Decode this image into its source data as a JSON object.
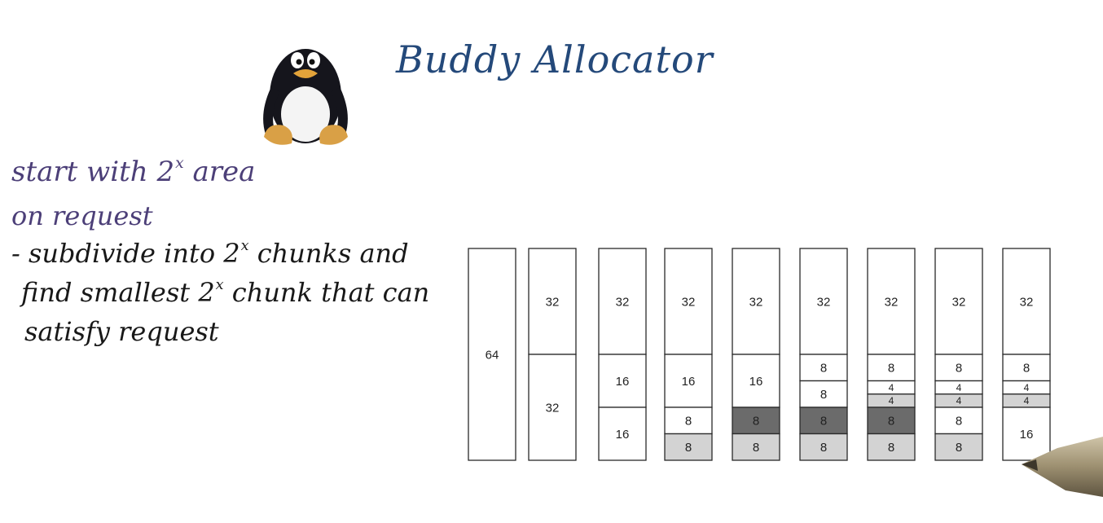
{
  "title": "Buddy Allocator",
  "notes": {
    "line1_prefix": "start with 2",
    "line1_sup": "x",
    "line1_suffix": " area",
    "line2": "on request",
    "line3_prefix": "- subdivide into 2",
    "line3_sup": "x",
    "line3_suffix": " chunks and",
    "line4_prefix": "find smallest 2",
    "line4_sup": "x",
    "line4_suffix": " chunk that can",
    "line5": "satisfy request"
  },
  "colors": {
    "free": "#ffffff",
    "light": "#d3d3d3",
    "dark": "#6b6b6b"
  },
  "columns": [
    {
      "blocks": [
        {
          "size": 64,
          "label": "64",
          "fill": "free"
        }
      ]
    },
    {
      "blocks": [
        {
          "size": 32,
          "label": "32",
          "fill": "free"
        },
        {
          "size": 32,
          "label": "32",
          "fill": "free"
        }
      ]
    },
    {
      "blocks": [
        {
          "size": 32,
          "label": "32",
          "fill": "free"
        },
        {
          "size": 16,
          "label": "16",
          "fill": "free"
        },
        {
          "size": 16,
          "label": "16",
          "fill": "free"
        }
      ]
    },
    {
      "blocks": [
        {
          "size": 32,
          "label": "32",
          "fill": "free"
        },
        {
          "size": 16,
          "label": "16",
          "fill": "free"
        },
        {
          "size": 8,
          "label": "8",
          "fill": "free"
        },
        {
          "size": 8,
          "label": "8",
          "fill": "light"
        }
      ]
    },
    {
      "blocks": [
        {
          "size": 32,
          "label": "32",
          "fill": "free"
        },
        {
          "size": 16,
          "label": "16",
          "fill": "free"
        },
        {
          "size": 8,
          "label": "8",
          "fill": "dark"
        },
        {
          "size": 8,
          "label": "8",
          "fill": "light"
        }
      ]
    },
    {
      "blocks": [
        {
          "size": 32,
          "label": "32",
          "fill": "free"
        },
        {
          "size": 8,
          "label": "8",
          "fill": "free"
        },
        {
          "size": 8,
          "label": "8",
          "fill": "free"
        },
        {
          "size": 8,
          "label": "8",
          "fill": "dark"
        },
        {
          "size": 8,
          "label": "8",
          "fill": "light"
        }
      ]
    },
    {
      "blocks": [
        {
          "size": 32,
          "label": "32",
          "fill": "free"
        },
        {
          "size": 8,
          "label": "8",
          "fill": "free"
        },
        {
          "size": 4,
          "label": "4",
          "fill": "free"
        },
        {
          "size": 4,
          "label": "4",
          "fill": "light"
        },
        {
          "size": 8,
          "label": "8",
          "fill": "dark"
        },
        {
          "size": 8,
          "label": "8",
          "fill": "light"
        }
      ]
    },
    {
      "blocks": [
        {
          "size": 32,
          "label": "32",
          "fill": "free"
        },
        {
          "size": 8,
          "label": "8",
          "fill": "free"
        },
        {
          "size": 4,
          "label": "4",
          "fill": "free"
        },
        {
          "size": 4,
          "label": "4",
          "fill": "light"
        },
        {
          "size": 8,
          "label": "8",
          "fill": "free"
        },
        {
          "size": 8,
          "label": "8",
          "fill": "light"
        }
      ]
    },
    {
      "blocks": [
        {
          "size": 32,
          "label": "32",
          "fill": "free"
        },
        {
          "size": 8,
          "label": "8",
          "fill": "free"
        },
        {
          "size": 4,
          "label": "4",
          "fill": "free"
        },
        {
          "size": 4,
          "label": "4",
          "fill": "light"
        },
        {
          "size": 16,
          "label": "16",
          "fill": "free"
        }
      ]
    }
  ],
  "icons": {
    "mascot": "tux-penguin-icon",
    "pointer": "stylus-pen-icon"
  }
}
